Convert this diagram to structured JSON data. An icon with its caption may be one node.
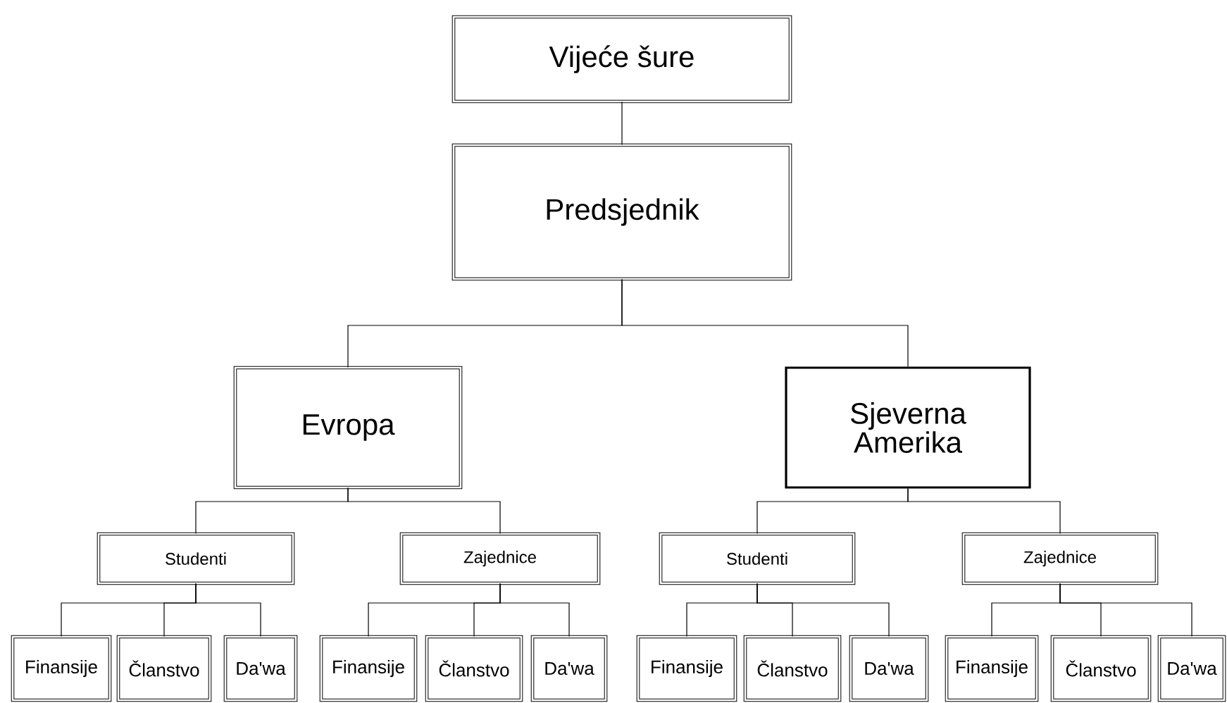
{
  "diagram": {
    "nodes": [
      {
        "text": [
          "Vijeće šure"
        ]
      },
      {
        "text": [
          "Predsjednik"
        ]
      },
      {
        "text": [
          "Evropa"
        ]
      },
      {
        "text": [
          "Sjeverna Amerika"
        ]
      },
      {
        "text": [
          "Studenti"
        ]
      },
      {
        "text": [
          "Zajednice"
        ]
      },
      {
        "text": [
          "Studenti"
        ]
      },
      {
        "text": [
          "Zajednice"
        ]
      },
      {
        "text": [
          "Finansije"
        ]
      },
      {
        "text": [
          "Članstvo"
        ]
      },
      {
        "text": [
          "Da'wa"
        ]
      },
      {
        "text": [
          "Finansije"
        ]
      },
      {
        "text": [
          "Članstvo"
        ]
      },
      {
        "text": [
          "Da'wa"
        ]
      },
      {
        "text": [
          "Finansije"
        ]
      },
      {
        "text": [
          "Članstvo"
        ]
      },
      {
        "text": [
          "Da'wa"
        ]
      },
      {
        "text": [
          "Finansije"
        ]
      },
      {
        "text": [
          "Članstvo"
        ]
      },
      {
        "text": [
          "Da'wa"
        ]
      }
    ],
    "edges": [
      {
        "from": 0,
        "to": 1,
        "arrow": "none"
      },
      {
        "from": 1,
        "to": 2,
        "arrow": "none"
      },
      {
        "from": 1,
        "to": 3,
        "arrow": "none"
      },
      {
        "from": 2,
        "to": 4,
        "arrow": "none"
      },
      {
        "from": 2,
        "to": 5,
        "arrow": "none"
      },
      {
        "from": 3,
        "to": 6,
        "arrow": "none"
      },
      {
        "from": 3,
        "to": 7,
        "arrow": "none"
      },
      {
        "from": 4,
        "to": 8,
        "arrow": "none"
      },
      {
        "from": 4,
        "to": 9,
        "arrow": "none"
      },
      {
        "from": 4,
        "to": 10,
        "arrow": "none"
      },
      {
        "from": 5,
        "to": 11,
        "arrow": "none"
      },
      {
        "from": 5,
        "to": 12,
        "arrow": "none"
      },
      {
        "from": 5,
        "to": 13,
        "arrow": "none"
      },
      {
        "from": 6,
        "to": 14,
        "arrow": "none"
      },
      {
        "from": 6,
        "to": 15,
        "arrow": "none"
      },
      {
        "from": 6,
        "to": 16,
        "arrow": "none"
      },
      {
        "from": 7,
        "to": 17,
        "arrow": "none"
      },
      {
        "from": 7,
        "to": 18,
        "arrow": "none"
      },
      {
        "from": 7,
        "to": 19,
        "arrow": "none"
      }
    ]
  }
}
